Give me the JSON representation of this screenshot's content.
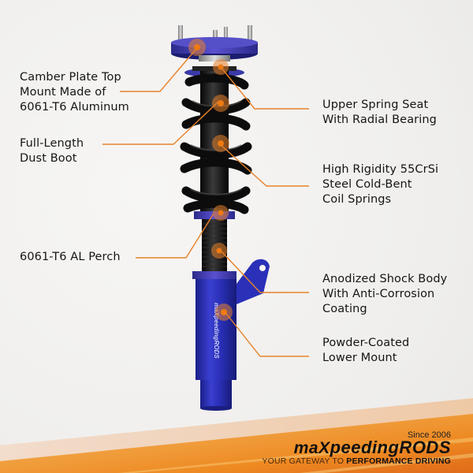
{
  "product": {
    "name": "Coilover Shock Absorber",
    "accent_color": "#e8822a",
    "body_color": "#2a2fb0",
    "spring_color": "#111111"
  },
  "callouts": [
    {
      "id": "camber-plate",
      "side": "left",
      "lines": [
        "Camber Plate Top",
        "Mount Made of",
        "6061-T6 Aluminum"
      ]
    },
    {
      "id": "dust-boot",
      "side": "left",
      "lines": [
        "Full-Length",
        "Dust Boot"
      ]
    },
    {
      "id": "al-perch",
      "side": "left",
      "lines": [
        "6061-T6 AL Perch"
      ]
    },
    {
      "id": "upper-spring-seat",
      "side": "right",
      "lines": [
        "Upper Spring Seat",
        "With Radial Bearing"
      ]
    },
    {
      "id": "coil-springs",
      "side": "right",
      "lines": [
        "High Rigidity 55CrSi",
        "Steel Cold-Bent",
        "Coil Springs"
      ]
    },
    {
      "id": "shock-body",
      "side": "right",
      "lines": [
        "Anodized Shock Body",
        "With Anti-Corrosion",
        "Coating"
      ]
    },
    {
      "id": "lower-mount",
      "side": "right",
      "lines": [
        "Powder-Coated",
        "Lower Mount"
      ]
    }
  ],
  "brand": {
    "since": "Since 2006",
    "logo_prefix": "maX",
    "logo_mid": "peedingRODS",
    "tagline_light": "YOUR GATEWAY TO ",
    "tagline_bold": "PERFORMANCE DRIVING",
    "body_engraving": "maXpeedingRODS"
  }
}
